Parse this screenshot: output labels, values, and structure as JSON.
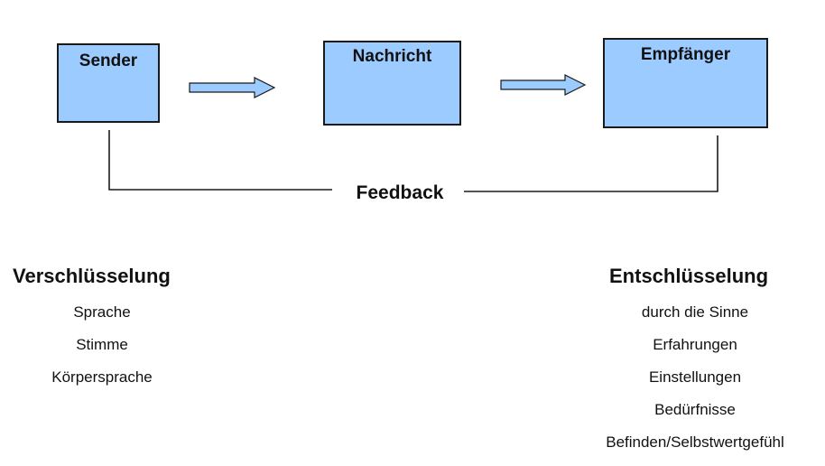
{
  "diagram": {
    "boxes": {
      "sender": "Sender",
      "message": "Nachricht",
      "receiver": "Empfänger"
    },
    "feedback_label": "Feedback",
    "colors": {
      "box_fill": "#9ccbff",
      "arrow_fill": "#9ccbff",
      "line": "#1a1a1a"
    }
  },
  "encoding": {
    "title": "Verschlüsselung",
    "items": [
      "Sprache",
      "Stimme",
      "Körpersprache"
    ]
  },
  "decoding": {
    "title": "Entschlüsselung",
    "items": [
      "durch die Sinne",
      "Erfahrungen",
      "Einstellungen",
      "Bedürfnisse",
      "Befinden/Selbstwertgefühl"
    ]
  }
}
